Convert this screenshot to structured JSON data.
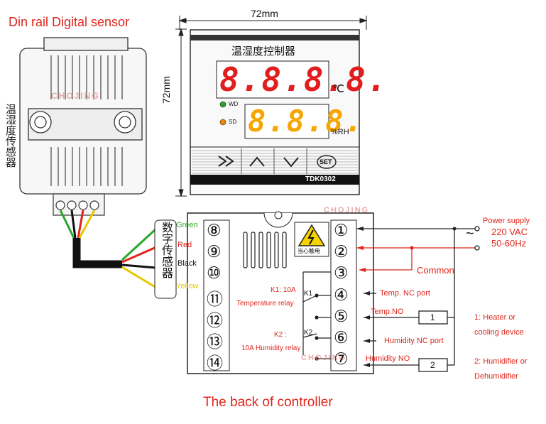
{
  "title": "Din rail Digital sensor",
  "caption": "The back of controller",
  "dim_width": "72mm",
  "dim_height": "72mm",
  "sensor": {
    "vertical_label": "温湿度传感器",
    "brand_watermark": "CHOJING"
  },
  "front_panel": {
    "header": "温湿度控制器",
    "temp_display": "8.8.8.8.",
    "temp_unit": "℃",
    "hum_display": "8.8.8.",
    "hum_unit": "%RH",
    "led_wd": "WD",
    "led_sd": "SD",
    "btn_set": "SET",
    "model": "TDK0302",
    "colors": {
      "temp_digits": "#e11d1d",
      "hum_digits": "#f7a500",
      "led_green": "#2aa52a",
      "led_orange": "#f08a00"
    }
  },
  "wire_block": {
    "label": "数字传感器",
    "wires": [
      {
        "name": "Green",
        "color": "#2aa52a"
      },
      {
        "name": "Red",
        "color": "#e0251b"
      },
      {
        "name": "Black",
        "color": "#111111"
      },
      {
        "name": "Yellow",
        "color": "#e6c800"
      }
    ]
  },
  "back_panel": {
    "left_terminals": [
      "⑧",
      "⑨",
      "⑩",
      "⑪",
      "⑫",
      "⑬",
      "⑭"
    ],
    "right_terminals": [
      "①",
      "②",
      "③",
      "④",
      "⑤",
      "⑥",
      "⑦"
    ],
    "warning_label": "当心触电",
    "k1_desc_1": "K1: 10A",
    "k1_desc_2": "Temperature relay",
    "k2_desc_1": "K2 :",
    "k2_desc_2": "10A Humidity relay",
    "k1": "K1",
    "k2": "K2"
  },
  "right_side": {
    "power_supply": "Power supply",
    "voltage": "220 VAC",
    "frequency": "50-60Hz",
    "ac_symbol": "~",
    "common": "Common",
    "temp_nc": "Temp. NC port",
    "temp_no": "Temp.NO",
    "hum_nc": "Humidity NC port",
    "hum_no": "Humidity NO",
    "load1": "1",
    "load2": "2",
    "legend1_a": "1: Heater or",
    "legend1_b": "cooling device",
    "legend2_a": "2: Humidifier or",
    "legend2_b": "Dehumidifier"
  }
}
